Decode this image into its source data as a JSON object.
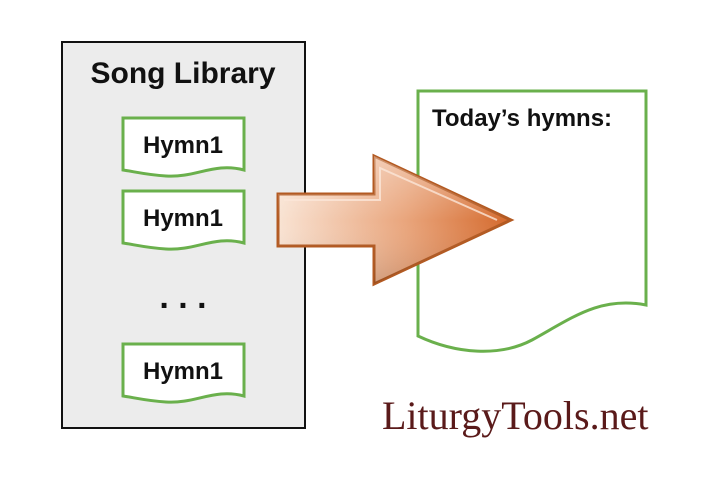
{
  "library": {
    "title": "Song Library",
    "items": [
      "Hymn1",
      "Hymn1",
      "Hymn1"
    ],
    "ellipsis": ". . ."
  },
  "output": {
    "title": "Today’s hymns:"
  },
  "logo": {
    "text": "LiturgyTools.net"
  },
  "colors": {
    "library_bg": "#ececec",
    "doc_border": "#6ab04c",
    "arrow_light": "#f7d5bf",
    "arrow_dark": "#d9743b",
    "arrow_outline": "#b35a22",
    "logo": "#5a1a1a"
  },
  "icons": {
    "arrow": "right-arrow-icon"
  }
}
